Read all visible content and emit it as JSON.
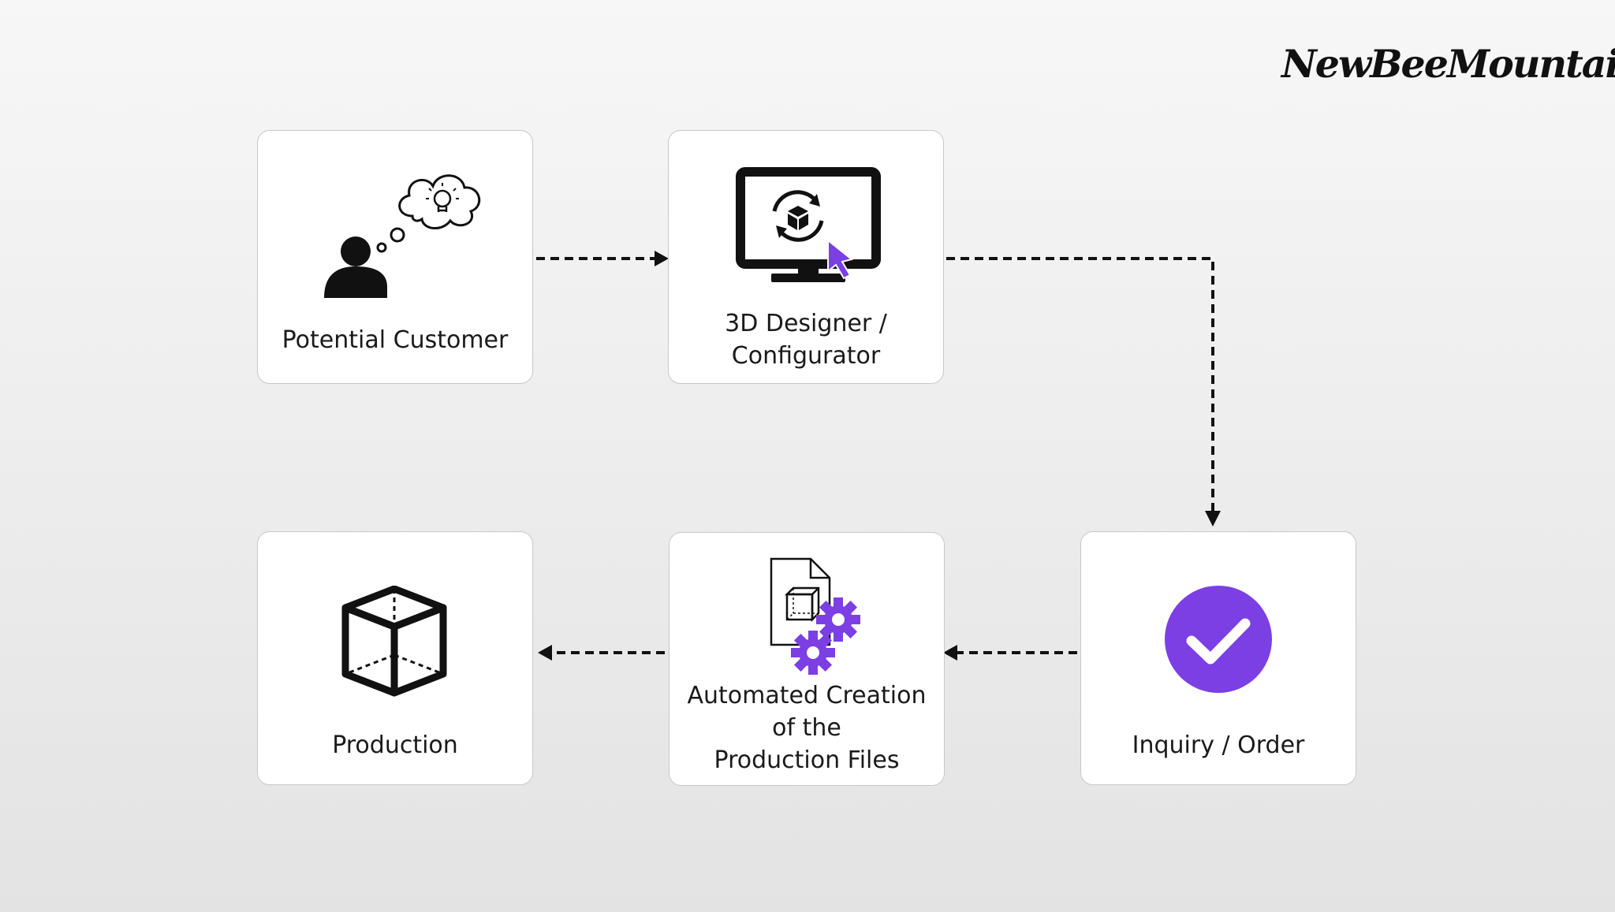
{
  "brand": {
    "logo_text": "NewBeeMountain"
  },
  "colors": {
    "accent": "#7b3fe4",
    "arrow": "#111111",
    "card_border": "#c8c8c8"
  },
  "nodes": [
    {
      "label": "Potential Customer",
      "icon": "thinking-person-icon"
    },
    {
      "label": "3D Designer /\nConfigurator",
      "icon": "monitor-3d-configurator-icon"
    },
    {
      "label": "Inquiry / Order",
      "icon": "check-circle-icon"
    },
    {
      "label": "Automated Creation\nof the\nProduction Files",
      "icon": "file-gears-icon"
    },
    {
      "label": "Production",
      "icon": "cube-icon"
    }
  ],
  "flow": [
    {
      "from": "Potential Customer",
      "to": "3D Designer / Configurator"
    },
    {
      "from": "3D Designer / Configurator",
      "to": "Inquiry / Order"
    },
    {
      "from": "Inquiry / Order",
      "to": "Automated Creation of the Production Files"
    },
    {
      "from": "Automated Creation of the Production Files",
      "to": "Production"
    }
  ]
}
